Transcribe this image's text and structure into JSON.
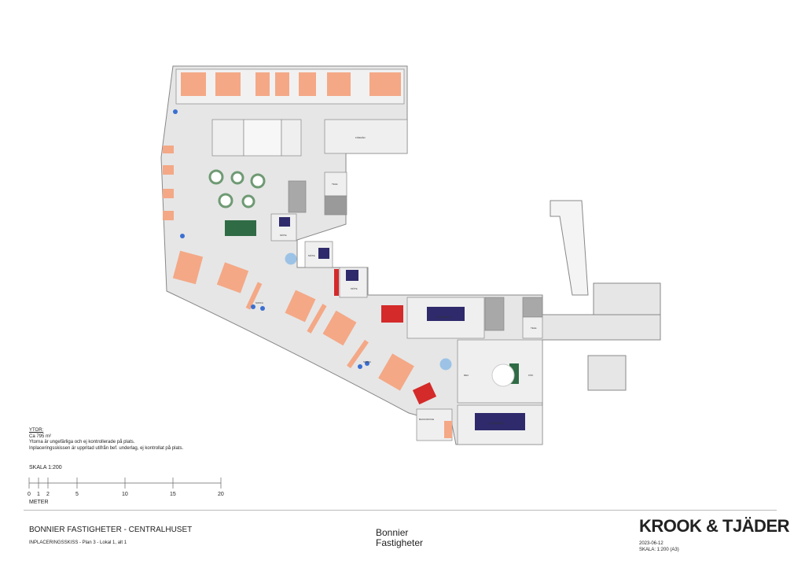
{
  "notes": {
    "heading": "YTOR:",
    "area": "Ca 795 m²",
    "line1": "Ytorna är ungefärliga och ej kontrollerade på plats.",
    "line2": "Inplaceringsskissen är uppritad utifrån bef. underlag, ej kontrollat på plats."
  },
  "scale": {
    "title": "SKALA 1:200",
    "ticks": [
      "0",
      "1",
      "2",
      "5",
      "10",
      "15",
      "20"
    ],
    "unit": "METER"
  },
  "footer": {
    "project": "BONNIER FASTIGHETER - CENTRALHUSET",
    "subtitle": "INPLACERINGSSKISS - Plan 3 - Lokal 1, alt 1",
    "logo_line1": "Bonnier",
    "logo_line2": "Fastigheter",
    "firm": "KROOK & TJÄDER",
    "date": "2023-06-12",
    "scale_note": "SKALA: 1:200 (A3)"
  },
  "rooms": {
    "forrad": "FÖRRÅD",
    "tele": "TELE",
    "mote": "MÖTE",
    "konferens": "KONFERENS",
    "rec": "REC",
    "soffa": "SOFFA",
    "backoffice": "BACKOFFICE",
    "kok": "KÖK"
  },
  "colors": {
    "desk": "#f4a886",
    "meeting": "#2e2a6b",
    "red": "#d42a2a",
    "green": "#2f6b45",
    "chair_blue": "#3b6fd1",
    "light_blue": "#9cc3e6",
    "floor": "#e6e6e6",
    "logo_yellow": "#f2b800"
  }
}
